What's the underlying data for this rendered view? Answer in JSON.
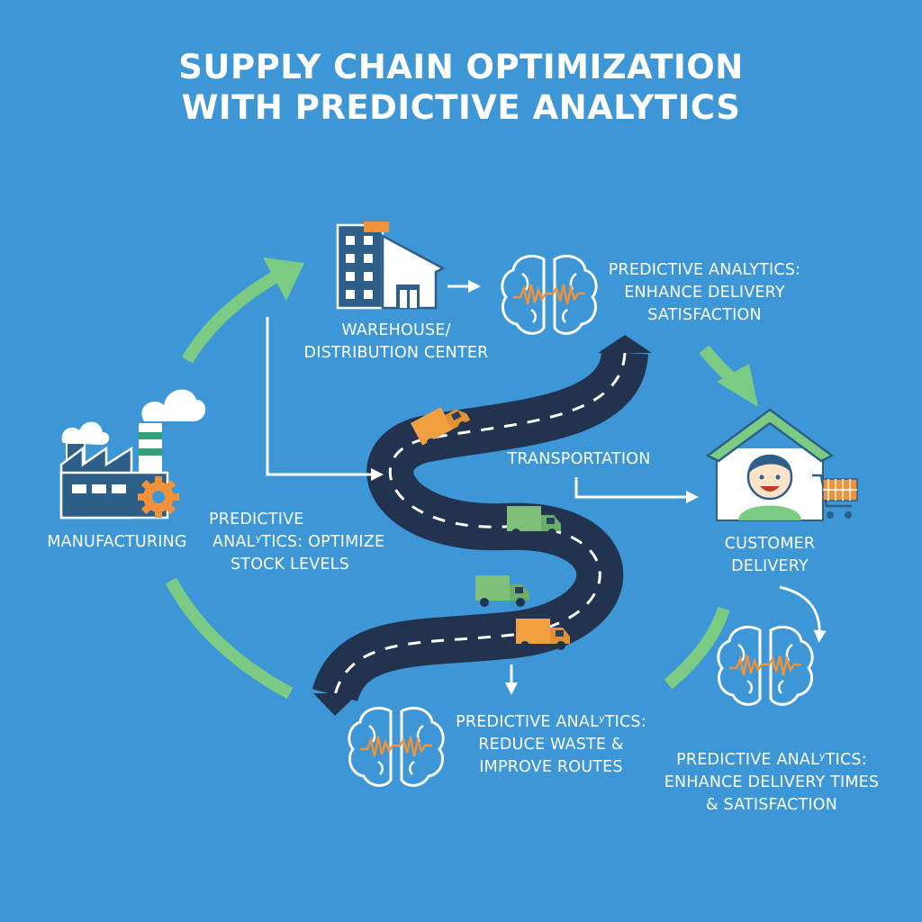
{
  "title": {
    "line1": "SUPPLY CHAIN OPTIMIZATION",
    "line2": "WITH PREDICTIVE ANALYTICS"
  },
  "nodes": {
    "manufacturing": {
      "label": "MANUFACTURING"
    },
    "warehouse": {
      "line1": "WAREHOUSE/",
      "line2": "DISTRIBUTION CENTER"
    },
    "transportation": {
      "label": "TRANSPORTATION"
    },
    "customer": {
      "line1": "CUSTOMER",
      "line2": "DELIVERY"
    }
  },
  "analytics": {
    "top": {
      "line1": "PREDICTIVE ANALYTICS:",
      "line2": "ENHANCE DELIVERY",
      "line3": "SATISFACTION"
    },
    "stock": {
      "line1": "PREDICTIVE",
      "line2": "ANALʸTICS: OPTIMIZE",
      "line3": "STOCK LEVELS"
    },
    "routes": {
      "line1": "PREDICTIVE ANALʸTICS:",
      "line2": "REDUCE WASTE &",
      "line3": "IMPROVE ROUTES"
    },
    "delivery": {
      "line1": "PREDICTIVE ANALʸTICS:",
      "line2": "ENHANCE DELIVERY TIMES",
      "line3": "& SATISFACTION"
    }
  },
  "icons": [
    "factory-icon",
    "gear-icon",
    "warehouse-icon",
    "brain-icon",
    "truck-icon",
    "house-icon",
    "customer-icon",
    "shopping-cart-icon",
    "road"
  ],
  "colors": {
    "background": "#3d97d6",
    "road": "#22334f",
    "green_arrow": "#7ccb85",
    "truck_orange": "#f0a040",
    "truck_green": "#7ec07a",
    "text": "#ffffff"
  }
}
